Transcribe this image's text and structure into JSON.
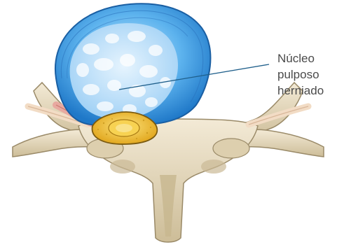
{
  "annotation": {
    "label_lines": [
      "Núcleo",
      "pulposo",
      "herniado"
    ]
  },
  "colors": {
    "disc_blue": "#3f9ee8",
    "nucleus_light": "#c9e6fb",
    "bone": "#e9dcc0",
    "bone_shadow": "#a8997a",
    "spinal_cord": "#f1c232",
    "nerve_root": "#e8a9a0",
    "leader_line": "#1f5f8b"
  }
}
